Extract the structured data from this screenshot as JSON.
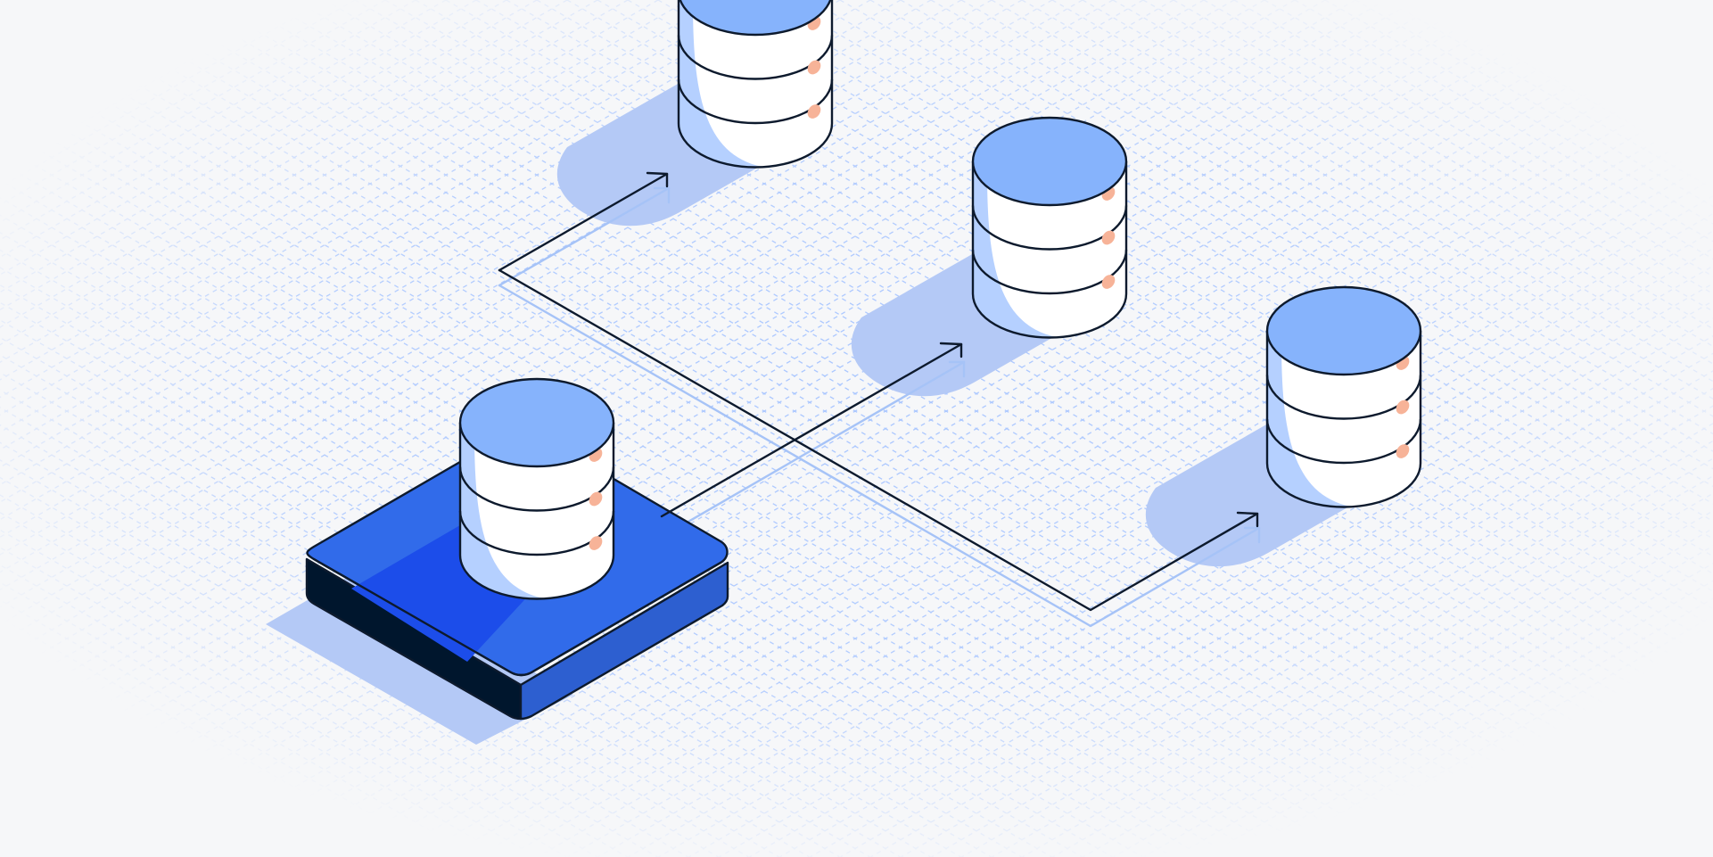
{
  "colors": {
    "background": "#f6f7f9",
    "grid": "#a9c6ff",
    "shadow": "#b4c9f6",
    "outline": "#0d1a2d",
    "disk_top": "#86b3fc",
    "disk_body": "#ffffff",
    "disk_inner_shade": "#b5d0ff",
    "status_dot": "#f7b398",
    "platform_top": "#316bea",
    "platform_top_dark": "#1c4dea",
    "platform_side_right": "#2d5fd0",
    "platform_side_left": "#00162d",
    "flow_line": "#0d1a2d",
    "flow_line_echo": "#a6c3f7"
  },
  "diagram": {
    "source": {
      "icon": "database-icon",
      "base_icon": "platform-icon"
    },
    "targets": [
      {
        "id": "top-left",
        "icon": "database-icon"
      },
      {
        "id": "middle",
        "icon": "database-icon"
      },
      {
        "id": "right",
        "icon": "database-icon"
      }
    ],
    "connections": [
      {
        "from": "source",
        "to": "top-left",
        "icon": "arrow-icon"
      },
      {
        "from": "source",
        "to": "middle",
        "icon": "arrow-icon"
      },
      {
        "from": "source",
        "to": "right",
        "icon": "arrow-icon"
      }
    ]
  }
}
